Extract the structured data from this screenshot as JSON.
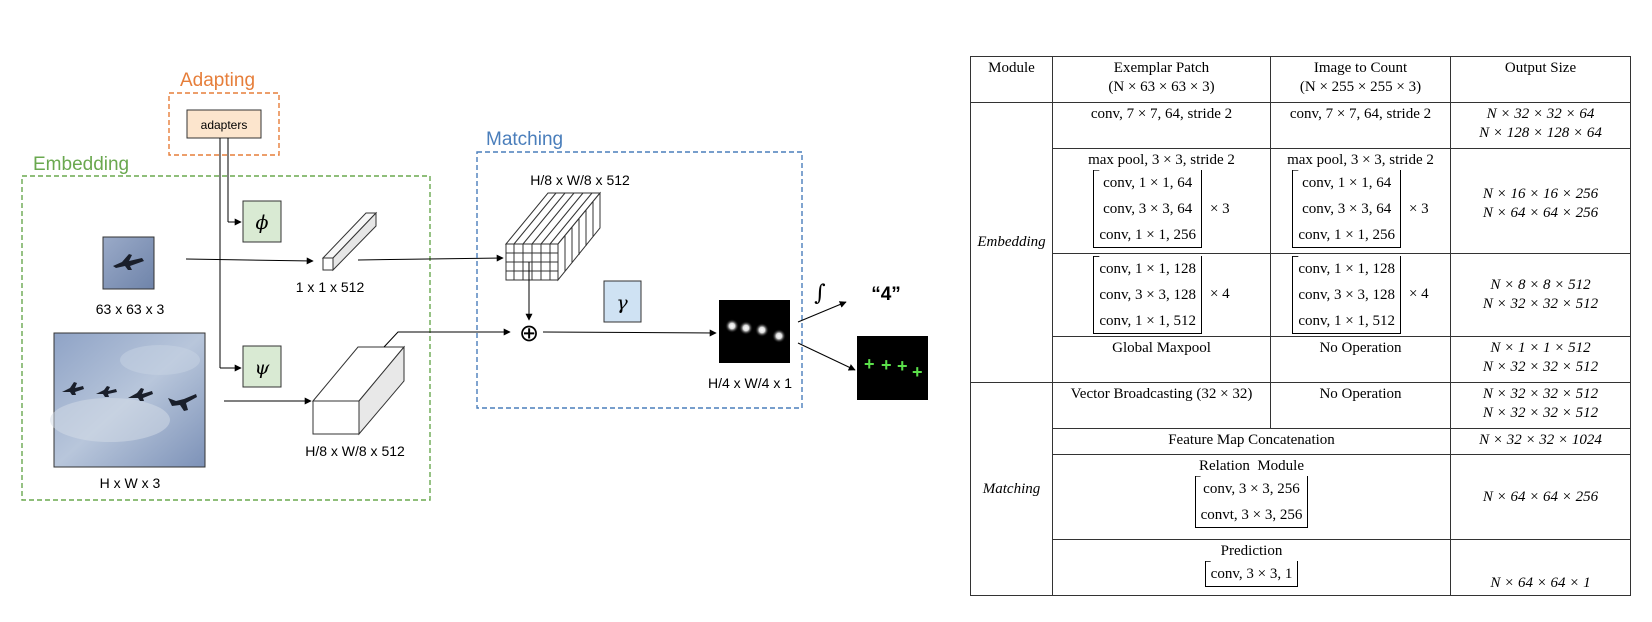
{
  "diagram": {
    "sections": {
      "adapting": "Adapting",
      "embedding": "Embedding",
      "matching": "Matching"
    },
    "colors": {
      "adapting": "#e67e3a",
      "embedding": "#6aa84f",
      "matching": "#4a7ebb",
      "phi_psi_fill": "#d9ead3",
      "gamma_fill": "#cfe2f3",
      "adapter_fill": "#fce5cd"
    },
    "adapters_label": "adapters",
    "phi": "ϕ",
    "psi": "ψ",
    "gamma": "γ",
    "exemplar_size": "63 x 63 x 3",
    "image_size": "H x W x 3",
    "vector_size": "1 x 1 x 512",
    "feature_size": "H/8 x W/8 x 512",
    "broadcast_size": "H/8 x W/8 x 512",
    "density_size": "H/4 x W/4 x 1",
    "oplus": "⊕",
    "integral": "∫",
    "count_output": "“4”",
    "plus_marks": [
      "+",
      "+",
      "+",
      "+"
    ]
  },
  "table": {
    "headers": {
      "module": "Module",
      "exemplar_title": "Exemplar Patch",
      "exemplar_dim": "(N × 63 × 63 × 3)",
      "image_title": "Image to Count",
      "image_dim": "(N × 255 × 255 × 3)",
      "output": "Output Size"
    },
    "embedding_label": "Embedding",
    "matching_label": "Matching",
    "row1": {
      "exemplar": "conv, 7 × 7, 64, stride 2",
      "image": "conv, 7 × 7, 64, stride 2",
      "out1": "N × 32 × 32 × 64",
      "out2": "N × 128 × 128 × 64"
    },
    "row2": {
      "pool_exemplar": "max pool, 3 × 3, stride 2",
      "pool_image": "max pool, 3 × 3, stride 2",
      "block": [
        "conv, 1 × 1, 64",
        "conv, 3 × 3, 64",
        "conv, 1 × 1, 256"
      ],
      "mult": "× 3",
      "out1": "N × 16 × 16 × 256",
      "out2": "N × 64 × 64 × 256"
    },
    "row3": {
      "block": [
        "conv, 1 × 1, 128",
        "conv, 3 × 3, 128",
        "conv, 1 × 1, 512"
      ],
      "mult": "× 4",
      "out1": "N × 8 × 8 × 512",
      "out2": "N × 32 × 32 × 512"
    },
    "row4": {
      "exemplar": "Global Maxpool",
      "image": "No Operation",
      "out1": "N × 1 × 1 × 512",
      "out2": "N × 32 × 32 × 512"
    },
    "row5": {
      "exemplar": "Vector Broadcasting (32 × 32)",
      "image": "No Operation",
      "out1": "N × 32 × 32 × 512",
      "out2": "N × 32 × 32 × 512"
    },
    "row6": {
      "op": "Feature Map Concatenation",
      "out": "N × 32 × 32 × 1024"
    },
    "row7": {
      "title": "Relation  Module",
      "block": [
        "conv, 3 × 3, 256",
        "convt, 3 × 3, 256"
      ],
      "out": "N × 64 × 64 × 256"
    },
    "row8": {
      "title": "Prediction",
      "block": [
        "conv, 3 × 3, 1"
      ],
      "out": "N × 64 × 64 × 1"
    }
  }
}
